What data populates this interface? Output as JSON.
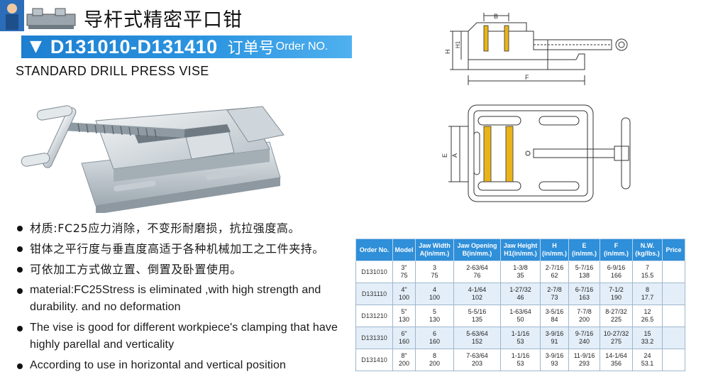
{
  "header": {
    "title_cn": "导杆式精密平口钳",
    "order_range": "D131010-D131410",
    "order_label_cn": "订单号",
    "order_label_en": "Order NO.",
    "subtitle_en": "STANDARD DRILL PRESS VISE"
  },
  "drawing_labels": {
    "b": "B",
    "h": "H",
    "h1": "H1",
    "f": "F",
    "e": "E",
    "a": "A"
  },
  "features": [
    {
      "lang": "cn",
      "text": "材质:FC25应力消除，不变形耐磨损，抗拉强度高。"
    },
    {
      "lang": "cn",
      "text": "钳体之平行度与垂直度高适于各种机械加工之工件夹持。"
    },
    {
      "lang": "cn",
      "text": "可依加工方式做立置、倒置及卧置使用。"
    },
    {
      "lang": "en",
      "text": "material:FC25Stress is eliminated ,with high strength and durability. and no deformation"
    },
    {
      "lang": "en",
      "text": "The vise is good for different workpiece's clamping that have highly parellal and verticality"
    },
    {
      "lang": "en",
      "text": "According to use in horizontal and vertical position"
    }
  ],
  "spec_table": {
    "headers": [
      [
        "Order No."
      ],
      [
        "Model"
      ],
      [
        "Jaw Width",
        "A(in/mm.)"
      ],
      [
        "Jaw Opening",
        "B(in/mm.)"
      ],
      [
        "Jaw Height",
        "H1(in/mm.)"
      ],
      [
        "H",
        "(in/mm.)"
      ],
      [
        "E",
        "(in/mm.)"
      ],
      [
        "F",
        "(in/mm.)"
      ],
      [
        "N.W.",
        "(kg/lbs.)"
      ],
      [
        "Price"
      ]
    ],
    "rows": [
      {
        "order": "D131010",
        "cells": [
          [
            "3\"",
            "75"
          ],
          [
            "3",
            "75"
          ],
          [
            "2-63/64",
            "76"
          ],
          [
            "1-3/8",
            "35"
          ],
          [
            "2-7/16",
            "62"
          ],
          [
            "5-7/16",
            "138"
          ],
          [
            "6-9/16",
            "166"
          ],
          [
            "7",
            "15.5"
          ],
          [
            "",
            ""
          ]
        ]
      },
      {
        "order": "D131110",
        "cells": [
          [
            "4\"",
            "100"
          ],
          [
            "4",
            "100"
          ],
          [
            "4-1/64",
            "102"
          ],
          [
            "1-27/32",
            "46"
          ],
          [
            "2-7/8",
            "73"
          ],
          [
            "6-7/16",
            "163"
          ],
          [
            "7-1/2",
            "190"
          ],
          [
            "8",
            "17.7"
          ],
          [
            "",
            ""
          ]
        ]
      },
      {
        "order": "D131210",
        "cells": [
          [
            "5\"",
            "130"
          ],
          [
            "5",
            "130"
          ],
          [
            "5-5/16",
            "135"
          ],
          [
            "1-63/64",
            "50"
          ],
          [
            "3-5/16",
            "84"
          ],
          [
            "7-7/8",
            "200"
          ],
          [
            "8-27/32",
            "225"
          ],
          [
            "12",
            "26.5"
          ],
          [
            "",
            ""
          ]
        ]
      },
      {
        "order": "D131310",
        "cells": [
          [
            "6\"",
            "160"
          ],
          [
            "6",
            "160"
          ],
          [
            "5-63/64",
            "152"
          ],
          [
            "1-1/16",
            "53"
          ],
          [
            "3-9/16",
            "91"
          ],
          [
            "9-7/16",
            "240"
          ],
          [
            "10-27/32",
            "275"
          ],
          [
            "15",
            "33.2"
          ],
          [
            "",
            ""
          ]
        ]
      },
      {
        "order": "D131410",
        "cells": [
          [
            "8\"",
            "200"
          ],
          [
            "8",
            "200"
          ],
          [
            "7-63/64",
            "203"
          ],
          [
            "1-1/16",
            "53"
          ],
          [
            "3-9/16",
            "93"
          ],
          [
            "11-9/16",
            "293"
          ],
          [
            "14-1/64",
            "356"
          ],
          [
            "24",
            "53.1"
          ],
          [
            "",
            ""
          ]
        ]
      }
    ]
  },
  "colors": {
    "banner": "#2b94e0",
    "table_header": "#2f8fd9",
    "table_alt_row": "#e3eef8",
    "jaw_plate": "#e9b41a"
  }
}
